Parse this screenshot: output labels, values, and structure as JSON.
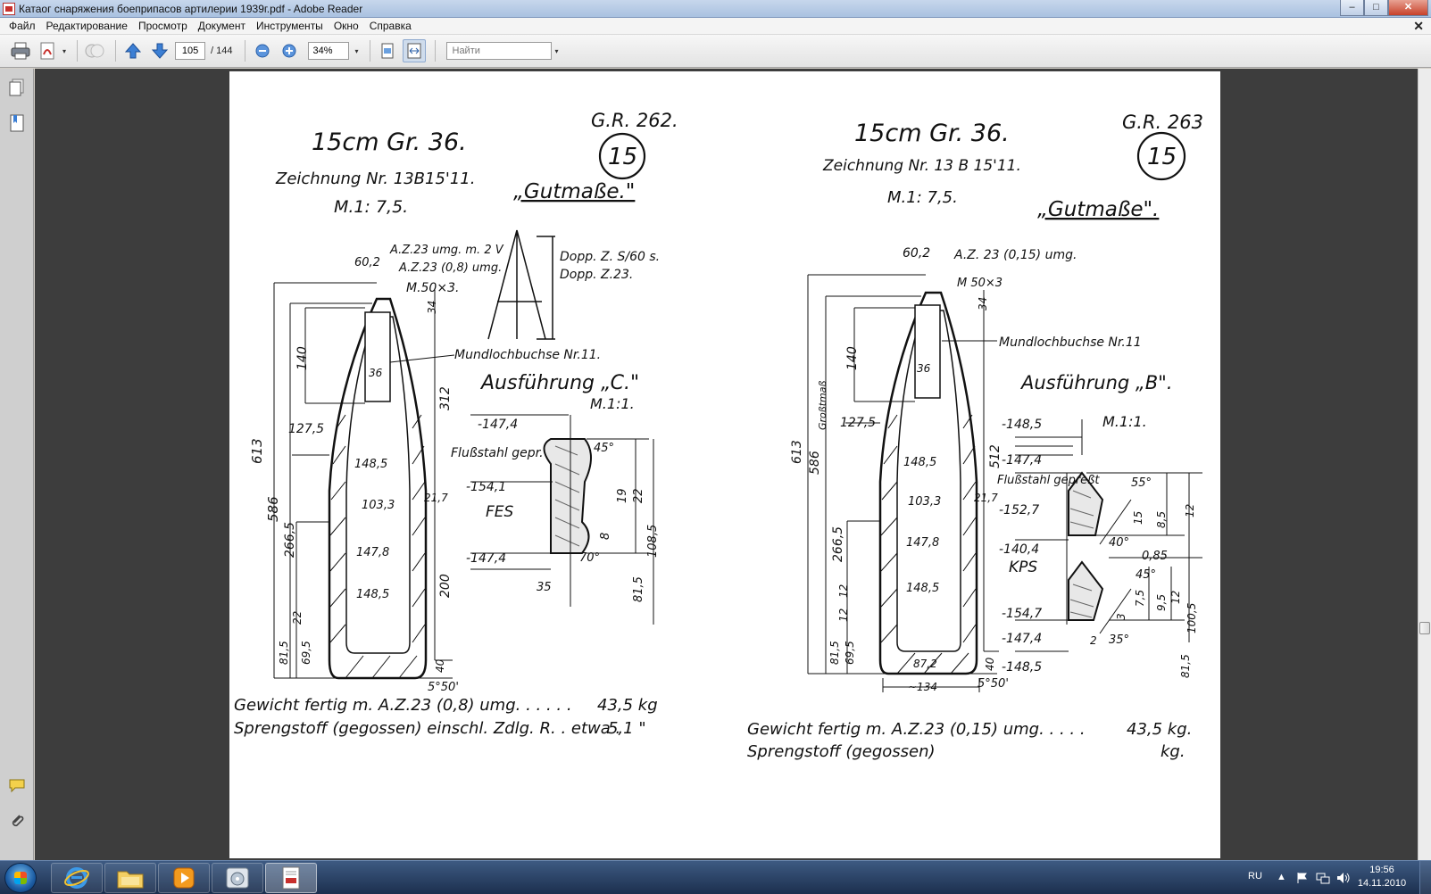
{
  "window": {
    "title": "Катаог снаряжения боеприпасов артилерии 1939г.pdf - Adobe Reader",
    "controls": {
      "minimize": "–",
      "maximize": "□",
      "close": "✕"
    }
  },
  "menu": {
    "items": [
      "Файл",
      "Редактирование",
      "Просмотр",
      "Документ",
      "Инструменты",
      "Окно",
      "Справка"
    ],
    "doc_close": "✕"
  },
  "toolbar": {
    "page_number": "105",
    "page_total": "/ 144",
    "zoom": "34%",
    "search_placeholder": "Найти",
    "dropdown_glyph": "▾"
  },
  "page_content": {
    "left": {
      "gr_number": "G.R. 262.",
      "circle_label": "15",
      "title": "15cm Gr. 36.",
      "drawing": "Zeichnung Nr. 13B15'11.",
      "scale": "M.1: 7,5.",
      "gutmasse": "„Gutmaße.\"",
      "fuze_notes": [
        "Dopp. Z. S/60 s.",
        "Dopp. Z.23."
      ],
      "top_notes": [
        "60,2",
        "A.Z.23 umg. m. 2 V",
        "A.Z.23 (0,8) umg.",
        "M.50×3.",
        "Mundlochbuchse Nr.11."
      ],
      "version": "Ausführung „C.\"",
      "version_scale": "M.1:1.",
      "band_dims": [
        "-147,4",
        "-154,1",
        "-147,4",
        "Flußstahl gepr.",
        "FES",
        "45°",
        "70°",
        "35",
        "19",
        "22",
        "8",
        "108,5",
        "81,5"
      ],
      "dims": [
        "613",
        "586",
        "266,5",
        "140",
        "36",
        "34",
        "312",
        "200",
        "127,5",
        "148,5",
        "103,3",
        "21,7",
        "147,8",
        "148,5",
        "22",
        "81,5",
        "69,5",
        "40",
        "5°50'"
      ],
      "weights": [
        {
          "label": "Gewicht fertig m. A.Z.23 (0,8) umg. . . . . .",
          "value": "43,5 kg"
        },
        {
          "label": "Sprengstoff (gegossen) einschl. Zdlg. R. . etwa .",
          "value": "5,1  \""
        }
      ]
    },
    "right": {
      "gr_number": "G.R. 263",
      "circle_label": "15",
      "title": "15cm Gr. 36.",
      "drawing": "Zeichnung Nr. 13 B 15'11.",
      "scale": "M.1: 7,5.",
      "gutmasse": "„Gutmaße\".",
      "top_notes": [
        "60,2",
        "A.Z. 23 (0,15) umg.",
        "M 50×3",
        "Mundlochbuchse Nr.11"
      ],
      "version": "Ausführung „B\".",
      "version_scale": "M.1:1.",
      "band_dims": [
        "-148,5",
        "-147,4",
        "-152,7",
        "-140,4",
        "KPS",
        "-154,7",
        "-147,4",
        "-148,5",
        "Flußstahl gepreßt",
        "55°",
        "40°",
        "0,85",
        "45°",
        "35°",
        "15",
        "8,5",
        "12",
        "7,5",
        "9,5",
        "12",
        "100,5",
        "81,5",
        "2",
        "3"
      ],
      "dims": [
        "613",
        "586",
        "Grοßtmaß",
        "266,5",
        "140",
        "36",
        "34",
        "512",
        "127,5",
        "148,5",
        "103,3",
        "21,7",
        "147,8",
        "148,5",
        "12",
        "12",
        "81,5",
        "69,5",
        "87,2",
        "~134",
        "40",
        "5°50'"
      ],
      "weights": [
        {
          "label": "Gewicht fertig m. A.Z.23 (0,15) umg. . . . .",
          "value": "43,5 kg."
        },
        {
          "label": "Sprengstoff (gegossen)",
          "value": "kg."
        }
      ]
    }
  },
  "taskbar": {
    "lang": "RU",
    "time": "19:56",
    "date": "14.11.2010",
    "tray_up": "▲"
  },
  "colors": {
    "titlebar": "#b8cce6",
    "document_bg": "#3d3d3d",
    "taskbar": "#243a5e",
    "acrobat_red": "#c8302c"
  },
  "icons": [
    "app-icon",
    "print-icon",
    "save-pdf-icon",
    "collaborate-icon",
    "prev-page-icon",
    "next-page-icon",
    "zoom-out-icon",
    "zoom-in-icon",
    "fit-page-icon",
    "fit-width-icon",
    "pages-panel-icon",
    "bookmarks-icon",
    "comments-icon",
    "attachments-icon"
  ]
}
